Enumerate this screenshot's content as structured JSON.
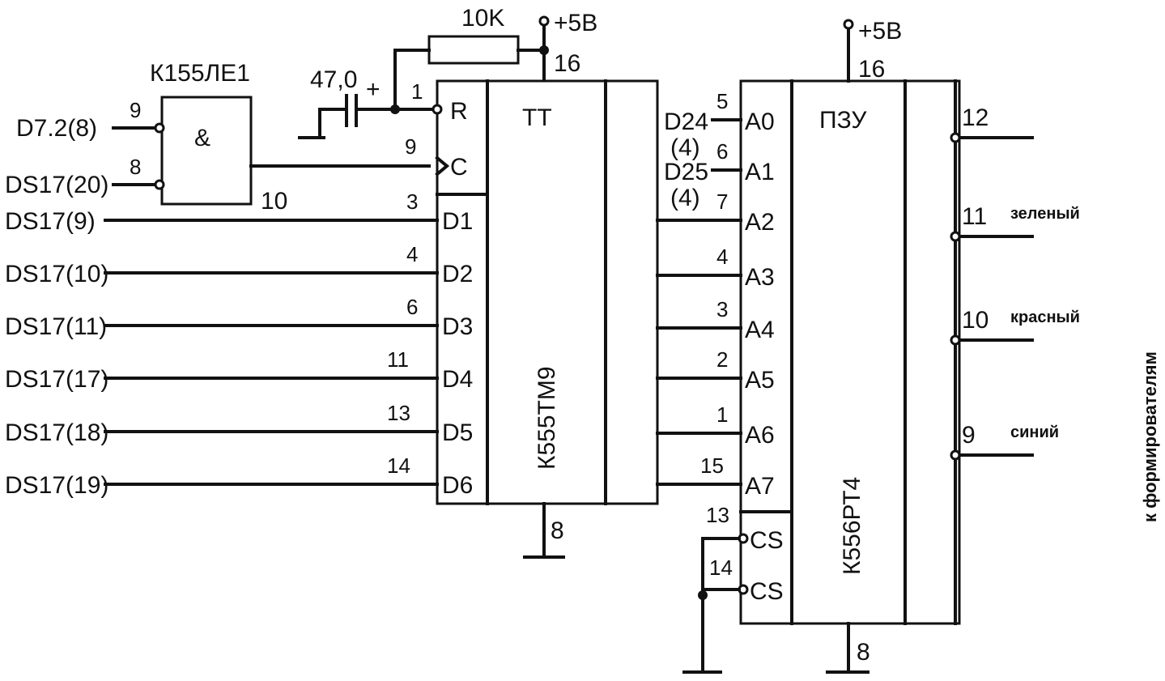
{
  "gate": {
    "name": "К155ЛЕ1",
    "symbol": "&",
    "in1_pin": "9",
    "in2_pin": "8",
    "out_pin": "10",
    "in1_signal": "D7.2(8)",
    "in2_signal": "DS17(20)"
  },
  "rc": {
    "resistor": "10K",
    "capacitor": "47,0",
    "cap_polarity": "+",
    "supply": "+5В",
    "reset_pin": "1",
    "clock_pin": "9"
  },
  "register": {
    "type": "TT",
    "part": "К555ТМ9",
    "power_pin": "16",
    "ground_pin": "8",
    "ctrl": [
      "R",
      "C"
    ],
    "inputs": [
      {
        "label": "D1",
        "pin": "3",
        "signal": "DS17(9)"
      },
      {
        "label": "D2",
        "pin": "4",
        "signal": "DS17(10)"
      },
      {
        "label": "D3",
        "pin": "6",
        "signal": "DS17(11)"
      },
      {
        "label": "D4",
        "pin": "11",
        "signal": "DS17(17)"
      },
      {
        "label": "D5",
        "pin": "13",
        "signal": "DS17(18)"
      },
      {
        "label": "D6",
        "pin": "14",
        "signal": "DS17(19)"
      }
    ]
  },
  "rom": {
    "type": "ПЗУ",
    "part": "К556РТ4",
    "supply": "+5В",
    "power_pin": "16",
    "ground_pin": "8",
    "address": [
      {
        "label": "A0",
        "pin": "5",
        "signal": "D24"
      },
      {
        "label": "A1",
        "pin": "6",
        "signal": "(4)"
      },
      {
        "label": "A2",
        "pin": "7",
        "signal": "D25"
      },
      {
        "label": "A3",
        "pin": "4"
      },
      {
        "label": "A4",
        "pin": "3"
      },
      {
        "label": "A5",
        "pin": "2"
      },
      {
        "label": "A6",
        "pin": "1"
      },
      {
        "label": "A7",
        "pin": "15"
      }
    ],
    "a1_signal_note": "(4)",
    "a2_signal_note": "(4)",
    "cs": [
      {
        "label": "CS",
        "pin": "13"
      },
      {
        "label": "CS",
        "pin": "14"
      }
    ],
    "outputs": [
      {
        "pin": "12",
        "label": ""
      },
      {
        "pin": "11",
        "label": "зеленый"
      },
      {
        "pin": "10",
        "label": "красный"
      },
      {
        "pin": "9",
        "label": "синий"
      }
    ]
  },
  "destination": "к формирователям"
}
